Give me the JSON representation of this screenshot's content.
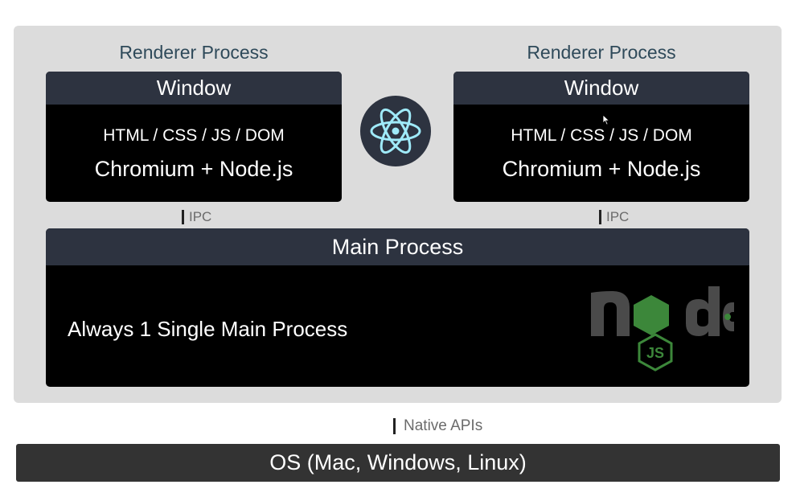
{
  "renderers": [
    {
      "title": "Renderer Process",
      "window_label": "Window",
      "stack": "HTML / CSS / JS / DOM",
      "runtime": "Chromium + Node.js",
      "ipc_label": "IPC"
    },
    {
      "title": "Renderer Process",
      "window_label": "Window",
      "stack": "HTML / CSS / JS / DOM",
      "runtime": "Chromium + Node.js",
      "ipc_label": "IPC"
    }
  ],
  "main": {
    "title": "Main Process",
    "description": "Always 1 Single Main Process",
    "node_logo_text": "node",
    "node_js_badge": "JS"
  },
  "native_apis_label": "Native APIs",
  "os_label": "OS (Mac, Windows, Linux)",
  "icons": {
    "electron": "electron-atom-icon",
    "node": "nodejs-logo"
  },
  "colors": {
    "frame_bg": "#dcdcdc",
    "header_bg": "#2d3340",
    "box_bg": "#000000",
    "os_bg": "#333333",
    "title_text": "#2f4a5a",
    "node_green": "#3c873a",
    "node_gray": "#4a4a4a"
  }
}
